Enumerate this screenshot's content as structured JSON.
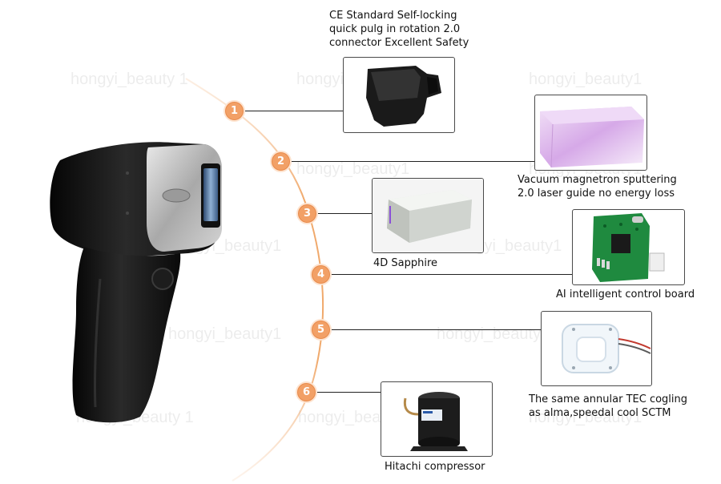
{
  "watermark": "hongyi_beauty 1",
  "watermark_alt": "hongyi_beauty1",
  "features": [
    {
      "number": "1",
      "label": "CE Standard Self-locking\nquick pulg in rotation 2.0\nconnector Excellent Safety"
    },
    {
      "number": "2",
      "label": "Vacuum magnetron sputtering\n2.0 laser guide no energy loss"
    },
    {
      "number": "3",
      "label": "4D Sapphire"
    },
    {
      "number": "4",
      "label": "AI intelligent control board"
    },
    {
      "number": "5",
      "label": "The same annular TEC cogling\nas alma,speedal cool SCTM"
    },
    {
      "number": "6",
      "label": "Hitachi compressor"
    }
  ],
  "colors": {
    "accent": "#f2a066",
    "arc": "#f0b27e",
    "device_body": "#151515",
    "device_silver": "#b9b9b9",
    "window": "#6f8fb3"
  }
}
